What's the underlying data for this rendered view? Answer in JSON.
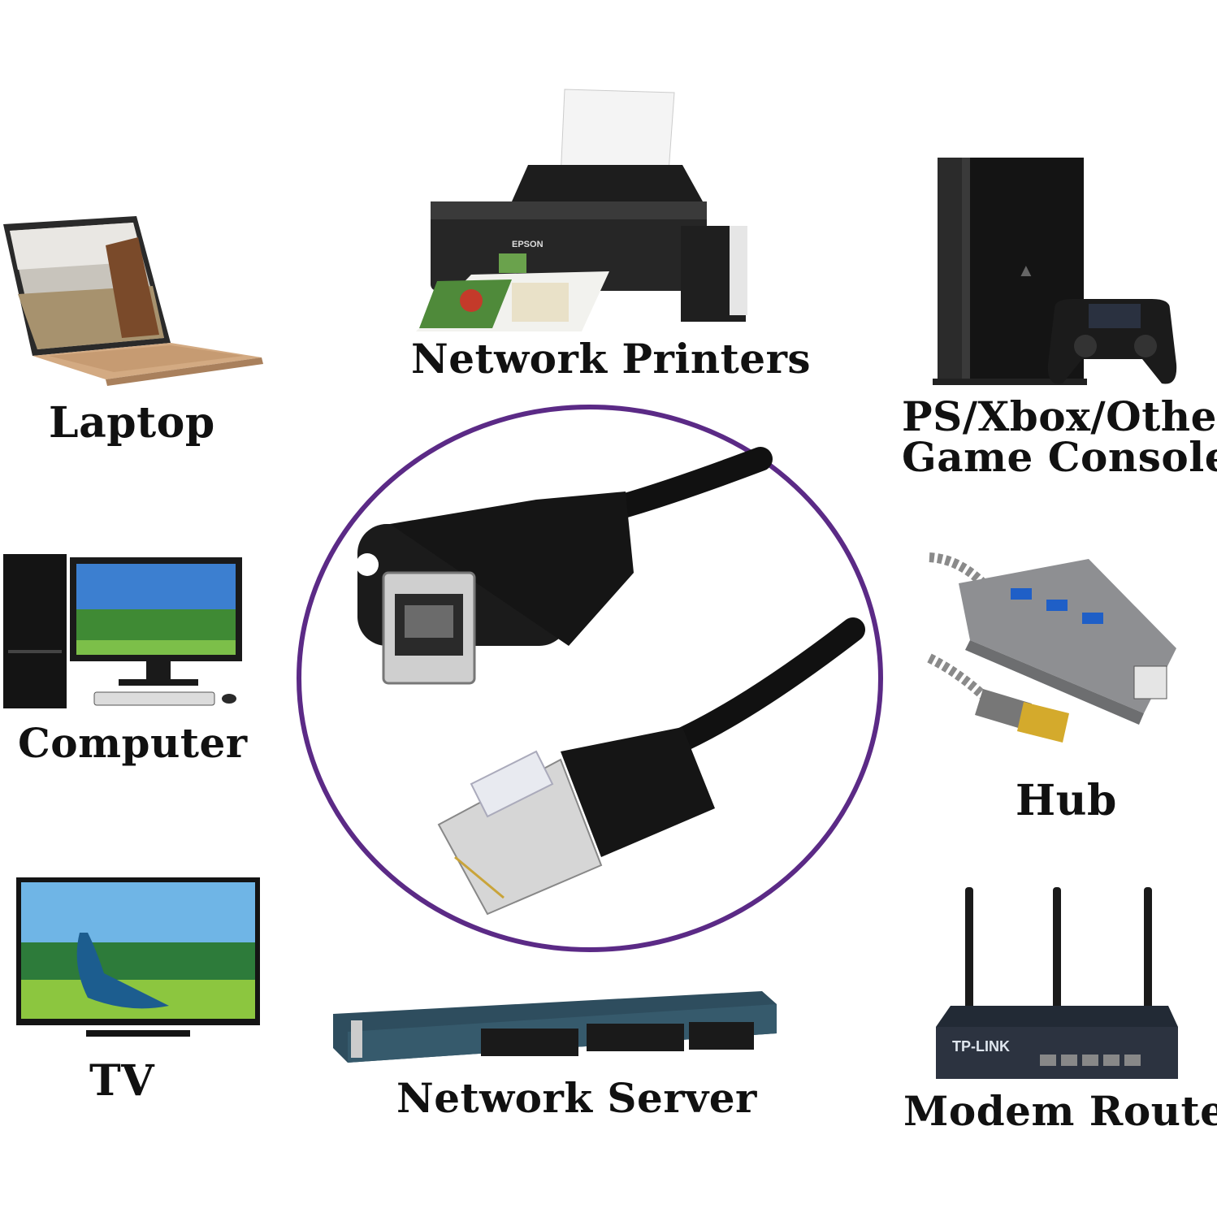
{
  "devices": {
    "laptop": "Laptop",
    "printer": "Network Printers",
    "console_line1": "PS/Xbox/Other",
    "console_line2": "Game Console",
    "computer": "Computer",
    "hub": "Hub",
    "tv": "TV",
    "server": "Network Server",
    "router": "Modem Router"
  },
  "brands": {
    "printer": "EPSON",
    "router": "TP-LINK"
  },
  "colors": {
    "circle": "#5b2a86",
    "cable": "#111111",
    "text": "#111111"
  },
  "icons": [
    "laptop-icon",
    "printer-icon",
    "game-console-icon",
    "desktop-computer-icon",
    "usb-hub-icon",
    "tv-icon",
    "network-switch-icon",
    "router-icon",
    "rj45-cable-icon"
  ]
}
